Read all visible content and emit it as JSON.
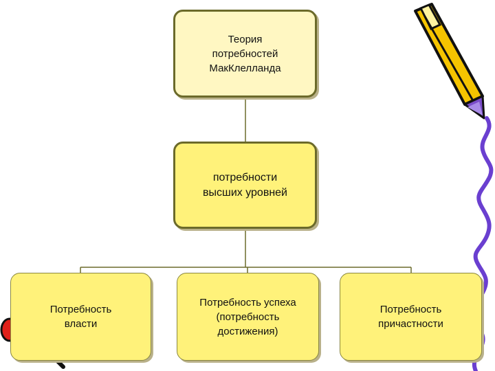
{
  "diagram": {
    "root": {
      "label": "Теория\nпотребностей\nМакКлелланда"
    },
    "middle": {
      "label": "потребности\nвысших уровней"
    },
    "leaves": [
      {
        "label": "Потребность\nвласти"
      },
      {
        "label": "Потребность успеха\n(потребность\nдостижения)"
      },
      {
        "label": "Потребность\nпричастности"
      }
    ]
  },
  "colors": {
    "box_light": "#fff7c2",
    "box_fill": "#fff27a",
    "connector": "#6b6a2a",
    "pencil_body": "#f5c400",
    "squiggle": "#6a3fd0",
    "marker_red": "#e0201a"
  },
  "icons": [
    "pencil-icon",
    "squiggle-decoration",
    "marker-decoration"
  ]
}
